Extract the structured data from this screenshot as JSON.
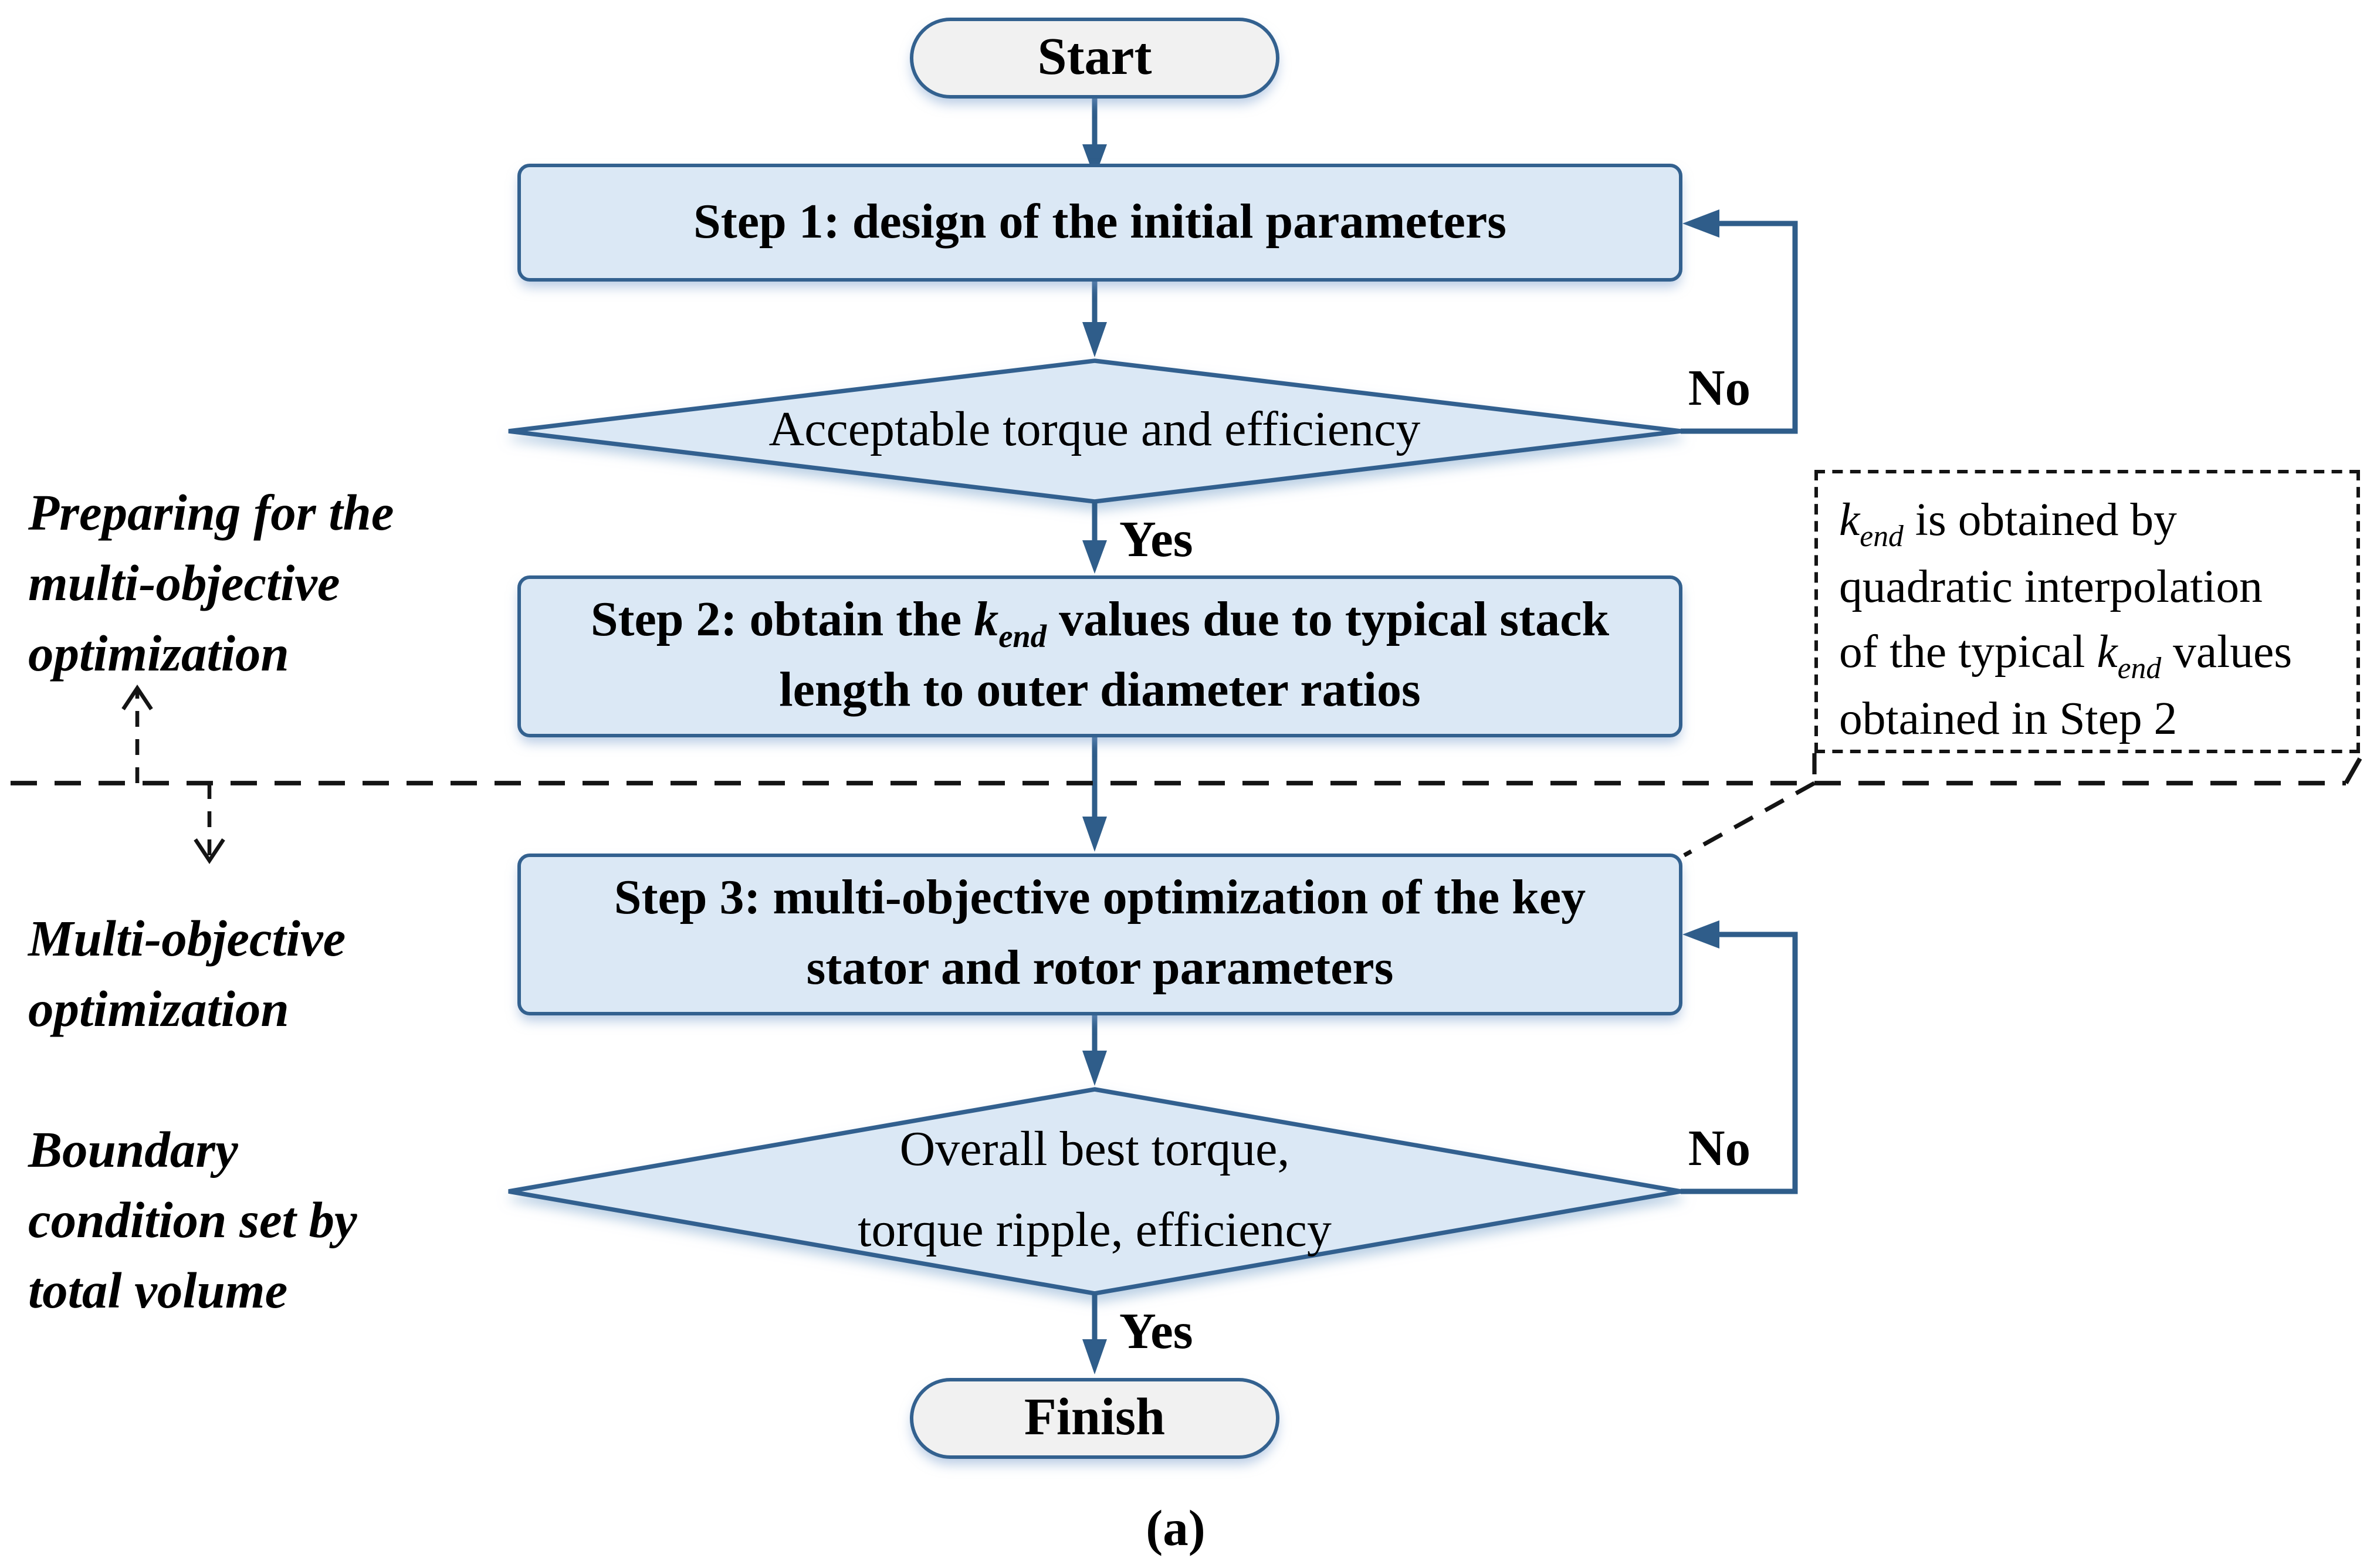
{
  "diagram": {
    "caption": "(a)",
    "colors": {
      "node_fill": "#dbe8f5",
      "node_border": "#33618f",
      "terminal_fill": "#f1f1f1",
      "arrow": "#2f5d8a",
      "dashed_line": "#141414"
    },
    "nodes": {
      "start": {
        "label": "Start"
      },
      "step1": {
        "label": "Step 1: design of the initial parameters"
      },
      "decision1": {
        "label": "Acceptable torque and efficiency"
      },
      "step2": {
        "l1_before": "Step 2: obtain the ",
        "k": "k",
        "k_sub": "end",
        "l1_after": " values due to typical stack",
        "l2": "length to outer diameter ratios"
      },
      "step3": {
        "l1": "Step 3: multi-objective optimization of the key",
        "l2": "stator and rotor parameters"
      },
      "decision2": {
        "l1": "Overall best torque,",
        "l2": "torque ripple, efficiency"
      },
      "finish": {
        "label": "Finish"
      }
    },
    "edge_labels": {
      "yes1": "Yes",
      "no1": "No",
      "yes2": "Yes",
      "no2": "No"
    },
    "side_labels": {
      "preparing_lines": [
        "Preparing for the",
        "multi-objective",
        "optimization"
      ],
      "multi_objective_lines": [
        "Multi-objective",
        "optimization"
      ],
      "boundary_lines": [
        "Boundary",
        "condition set by",
        "total volume"
      ]
    },
    "note": {
      "l1_k": "k",
      "l1_sub": "end",
      "l1_rest": " is obtained by",
      "l2": "quadratic interpolation",
      "l3_before": "of the typical ",
      "l3_k": "k",
      "l3_sub": "end",
      "l3_after": " values",
      "l4": "obtained in Step 2"
    }
  }
}
